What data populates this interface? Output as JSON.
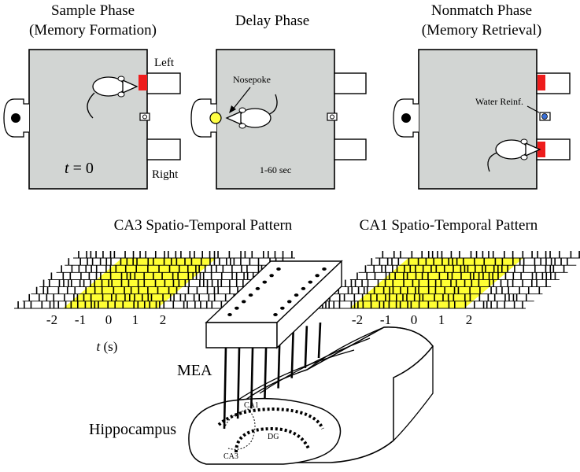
{
  "phases": [
    {
      "title_line1": "Sample Phase",
      "title_line2": "(Memory Formation)"
    },
    {
      "title_line1": "Delay Phase",
      "title_line2": ""
    },
    {
      "title_line1": "Nonmatch Phase",
      "title_line2": "(Memory Retrieval)"
    }
  ],
  "labels": {
    "left": "Left",
    "right": "Right",
    "t_var": "t",
    "t_eq": " = 0",
    "nosepoke": "Nosepoke",
    "delay_range": "1-60 sec",
    "water": "Water Reinf."
  },
  "patterns": {
    "ca3_title": "CA3 Spatio-Temporal Pattern",
    "ca1_title": "CA1 Spatio-Temporal Pattern",
    "ticks": [
      "-2",
      "-1",
      "0",
      "1",
      "2"
    ],
    "axis_var": "t",
    "axis_unit": " (s)"
  },
  "anatomy": {
    "mea": "MEA",
    "hippocampus": "Hippocampus",
    "ca1": "CA1",
    "ca3": "CA3",
    "dg": "DG"
  },
  "colors": {
    "highlight": "#ffff33",
    "lever": "#ee1c1c",
    "nosepoke_light": "#ffff44",
    "water_dot": "#3a6fd6"
  }
}
